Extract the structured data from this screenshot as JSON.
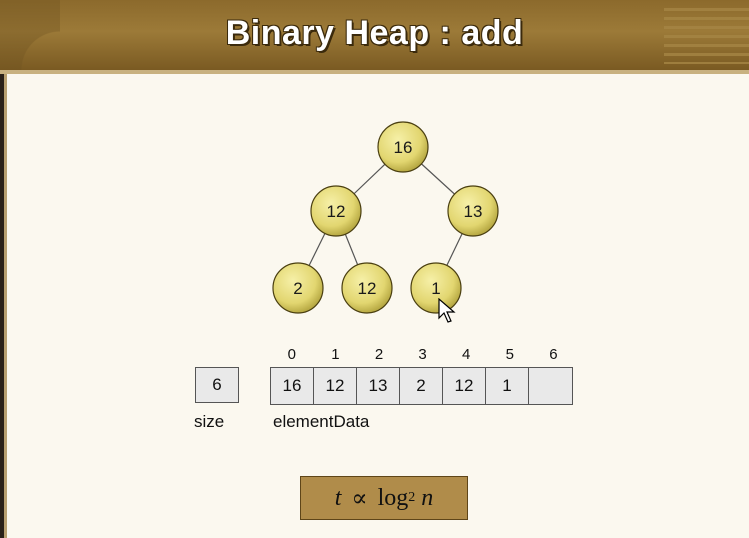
{
  "title": "Binary Heap : add",
  "tree": {
    "nodes": [
      "16",
      "12",
      "13",
      "2",
      "12",
      "1"
    ]
  },
  "size": {
    "value": "6",
    "label": "size"
  },
  "element_data": {
    "label": "elementData",
    "indices": [
      "0",
      "1",
      "2",
      "3",
      "4",
      "5",
      "6"
    ],
    "cells": [
      "16",
      "12",
      "13",
      "2",
      "12",
      "1",
      ""
    ]
  },
  "formula": {
    "t": "t",
    "prop": "∝",
    "log": "log",
    "base": "2",
    "n": "n"
  },
  "colors": {
    "header": "#9c7a38",
    "node": "#e6dc78",
    "panel": "#fbf8ef",
    "formula_box": "#b08c4a"
  }
}
